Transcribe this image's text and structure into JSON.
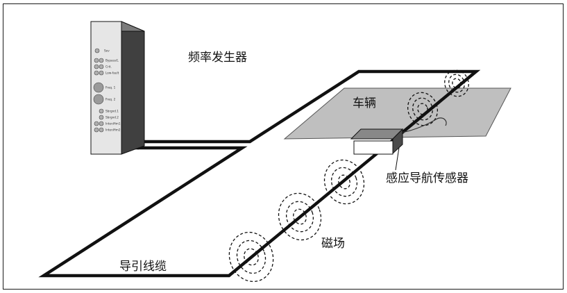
{
  "labels": {
    "generator": "频率发生器",
    "vehicle": "车辆",
    "sensor": "感应导航传感器",
    "field": "磁场",
    "cable": "导引线缆"
  },
  "generator_panel": {
    "rows": [
      "Sev",
      "Bypass/L",
      "Crit.",
      "Low-fault",
      "Freq. 1",
      "Freq. 2",
      "Sbrgnd.1",
      "Sbrgnd.2",
      "Inten/fim1",
      "Inten/fim2"
    ]
  },
  "colors": {
    "cable": "#111111",
    "vehicle_plate": "#bfbfbf",
    "panel": "#e6e6e6",
    "box_front": "#7a7a7a",
    "box_side": "#4a4a4a"
  }
}
